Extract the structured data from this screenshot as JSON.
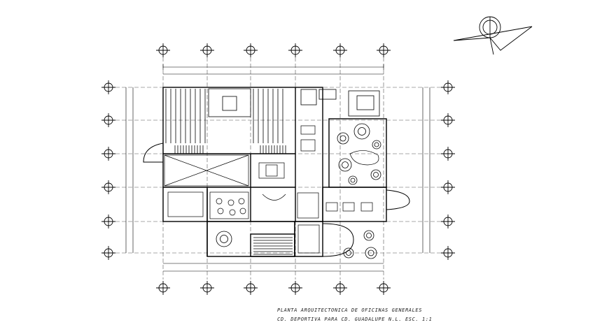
{
  "drawing": {
    "title_line1": "PLANTA ARQUITECTONICA DE OFICINAS GENERALES",
    "title_line2": "CD. DEPORTIVA PARA CD. GUADALUPE N.L. ESC. 1:1"
  },
  "grid": {
    "columns": 6,
    "rows": 6
  },
  "colors": {
    "line": "#000000",
    "background": "#ffffff",
    "dashed_grid": "#555555"
  }
}
